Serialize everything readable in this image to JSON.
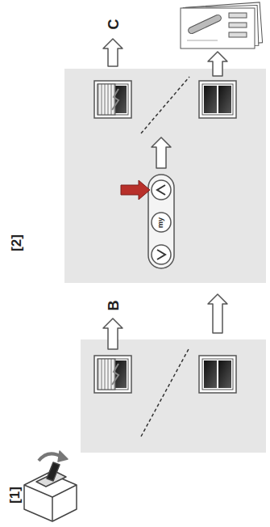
{
  "diagram": {
    "labels": [
      "[1]",
      "[2]",
      "B",
      "C",
      "my"
    ]
  }
}
